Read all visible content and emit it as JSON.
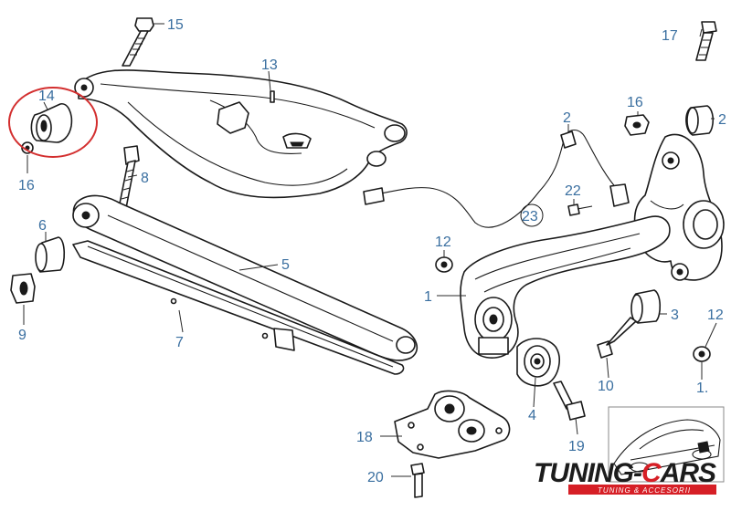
{
  "callouts": {
    "c1": "1",
    "c2a": "2",
    "c2b": "2",
    "c3": "3",
    "c4": "4",
    "c5": "5",
    "c6": "6",
    "c7": "7",
    "c8": "8",
    "c9": "9",
    "c10": "10",
    "c12a": "12",
    "c12b": "12",
    "c13": "13",
    "c14": "14",
    "c15": "15",
    "c16a": "16",
    "c16b": "16",
    "c17": "17",
    "c18": "18",
    "c19": "19",
    "c20": "20",
    "c22": "22",
    "c23": "23",
    "c1b": "1."
  },
  "branding": {
    "logo_part1": "TUNING-",
    "logo_part2": "C",
    "logo_part3": "ARS",
    "tagline": "TUNING & ACCESORII"
  },
  "colors": {
    "callout_text": "#3a6fa0",
    "highlight_ring": "#d32f2f",
    "logo_red": "#d61f26"
  }
}
